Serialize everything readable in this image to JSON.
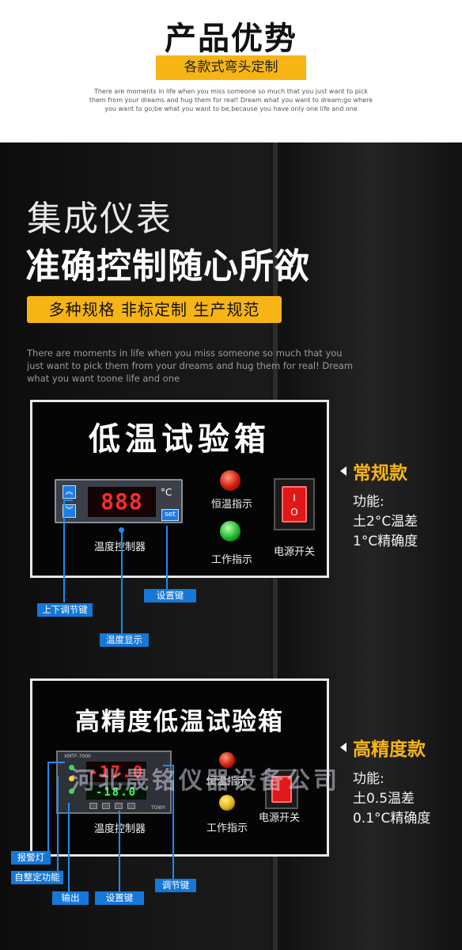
{
  "header": {
    "title": "产品优势",
    "badge": "各款式弯头定制",
    "text": "There are moments in life when you miss someone so much that you just want to pick them from your dreams and hug them for real! Dream what you want to dream;go where you want to go;be what you want to be,because you have only one life and one"
  },
  "hero": {
    "line1": "集成仪表",
    "line2": "准确控制随心所欲",
    "tags": "多种规格  非标定制  生产规范",
    "text": "There are moments in life when you miss someone so much that you just want to pick them from your dreams and hug them for real! Dream what you want toone life and one"
  },
  "panel1": {
    "title": "低温试验箱",
    "up_glyph": "︽",
    "down_glyph": "︾",
    "display": "888",
    "unit": "°C",
    "set": "set",
    "controller_label": "温度控制器",
    "lamp1_label": "恒温指示",
    "lamp2_label": "工作指示",
    "switch_label": "电源开关",
    "switch_glyph": "I\nO",
    "callouts": {
      "adjust": "上下调节键",
      "setkey": "设置键",
      "display": "温度显示"
    },
    "side": {
      "title": "常规款",
      "line1": "功能:",
      "line2": "土2°C温差",
      "line3": "1°C精确度"
    }
  },
  "panel2": {
    "title": "高精度低温试验箱",
    "model": "XMTF-7000",
    "brand": "TOWY",
    "display_top": "-17.0",
    "display_bottom": "-18.0",
    "controller_label": "温度控制器",
    "lamp1_label": "恒温指示",
    "lamp2_label": "工作指示",
    "switch_label": "电源开关",
    "callouts": {
      "alarm": "报警灯",
      "autotune": "自整定功能",
      "output": "输出",
      "setkey": "设置键",
      "adjust": "调节键"
    },
    "side": {
      "title": "高精度款",
      "line1": "功能:",
      "line2": "土0.5温差",
      "line3": "0.1°C精确度"
    }
  },
  "watermark": "河北晟铭仪器设备公司",
  "colors": {
    "accent": "#f6b514",
    "callout": "#1578d8",
    "display_red": "#ff2b2b"
  }
}
